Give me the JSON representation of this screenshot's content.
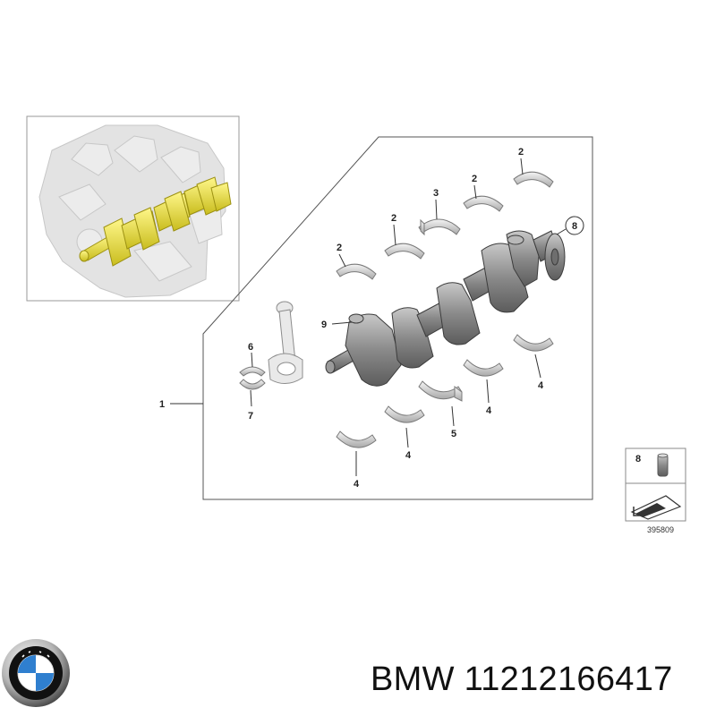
{
  "diagram": {
    "callouts": {
      "main_assembly": "1",
      "bearing_upper": "2",
      "thrust_upper": "3",
      "bearing_lower": "4",
      "thrust_lower": "5",
      "conrod_bearing_upper": "6",
      "conrod_bearing_lower": "7",
      "sprocket": "8",
      "crank_pin": "9"
    },
    "legend_part_number": "8",
    "drawing_number": "395809"
  },
  "footer": {
    "brand": "BMW",
    "part_number": "11212166417",
    "full_text": "BMW 11212166417"
  },
  "colors": {
    "highlight": "#f2e84a",
    "metal": "#8e8e8e",
    "metal_dark": "#5a5a5a",
    "ghost": "#dcdcdc",
    "line": "#444444",
    "logo_blue": "#2f7fcf"
  }
}
